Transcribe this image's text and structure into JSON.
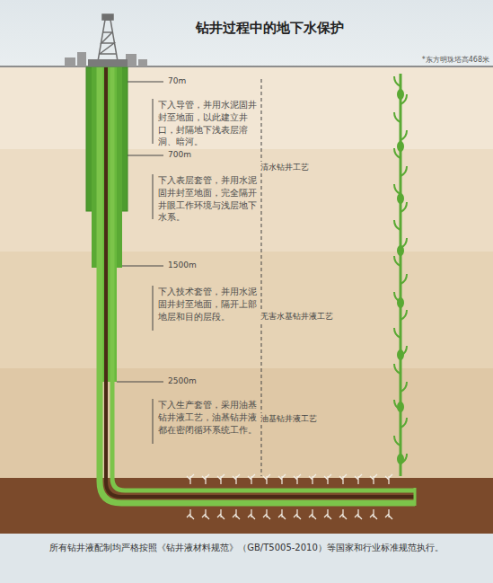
{
  "diagram": {
    "title": "钻井过程中的地下水保护",
    "caption": "所有钻井液配制均严格按照《钻井液材料规范》（GB/T5005-2010）等国家和行业标准规范执行。",
    "labels": [
      "*东方明珠塔高468米",
      "70m",
      "下入导管，并用水泥固井封至地面，以此建立井口，封隔地下浅表层溶洞、暗河。",
      "700m",
      "下入表层套管，并用水泥固井封至地面，完全隔开井眼工作环境与浅层地下水系。",
      "清水钻井工艺",
      "1500m",
      "下入技术套管，并用水泥固井封至地面，隔开上部地层和目的层段。",
      "无害水基钻井液工艺",
      "2500m",
      "下入生产套管，采用油基钻井液工艺，油基钻井液都在密闭循环系统工作。",
      "油基钻井液工艺"
    ]
  }
}
